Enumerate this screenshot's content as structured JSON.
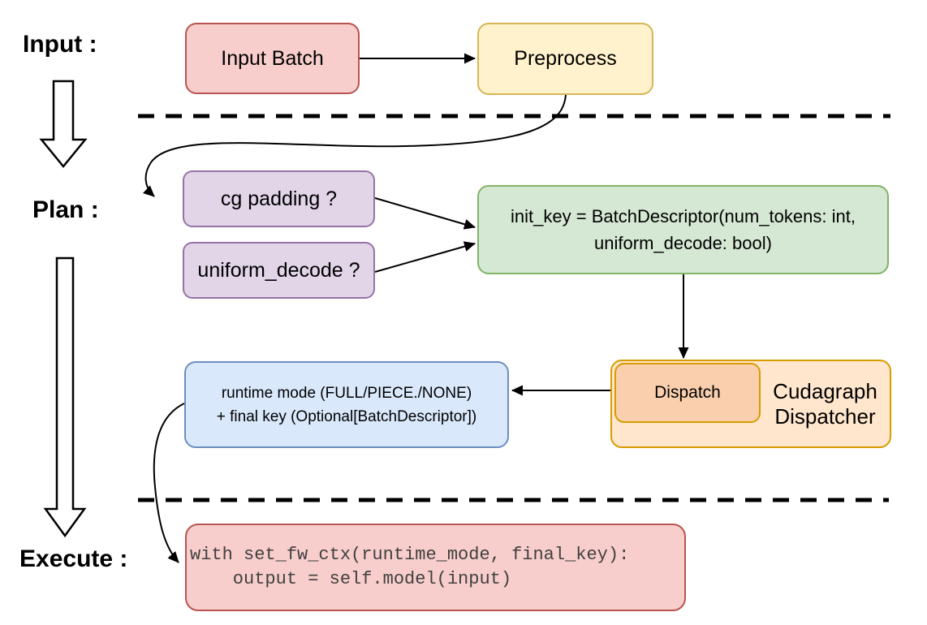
{
  "stage_labels": {
    "input": "Input :",
    "plan": "Plan :",
    "execute": "Execute :"
  },
  "nodes": {
    "input_batch": {
      "label": "Input Batch"
    },
    "preprocess": {
      "label": "Preprocess"
    },
    "cg_padding": {
      "label": "cg padding ?"
    },
    "uniform_decode": {
      "label": "uniform_decode ?"
    },
    "init_key": {
      "line1": "init_key = BatchDescriptor(num_tokens: int,",
      "line2": "uniform_decode: bool)"
    },
    "cudagraph_dispatcher": {
      "dispatch_label": "Dispatch",
      "line1": "Cudagraph",
      "line2": "Dispatcher"
    },
    "runtime_mode": {
      "line1": "runtime mode (FULL/PIECE./NONE)",
      "line2": "+ final key (Optional[BatchDescriptor])"
    },
    "execute_code": {
      "line1": "with set_fw_ctx(runtime_mode, final_key):",
      "line2": "    output = self.model(input)"
    }
  },
  "colors": {
    "pink_fill": "#f8cecc",
    "pink_stroke": "#b85450",
    "yellow_fill": "#fff2cc",
    "yellow_stroke": "#d6b656",
    "purple_fill": "#e1d5e7",
    "purple_stroke": "#9673a6",
    "green_fill": "#d5e8d4",
    "green_stroke": "#82b366",
    "orange_fill": "#ffe6cc",
    "orange_stroke": "#d79b00",
    "salmon_fill": "#f9cfad",
    "blue_fill": "#dae8fc",
    "blue_stroke": "#6c8ebf",
    "edge_color": "#000000"
  }
}
